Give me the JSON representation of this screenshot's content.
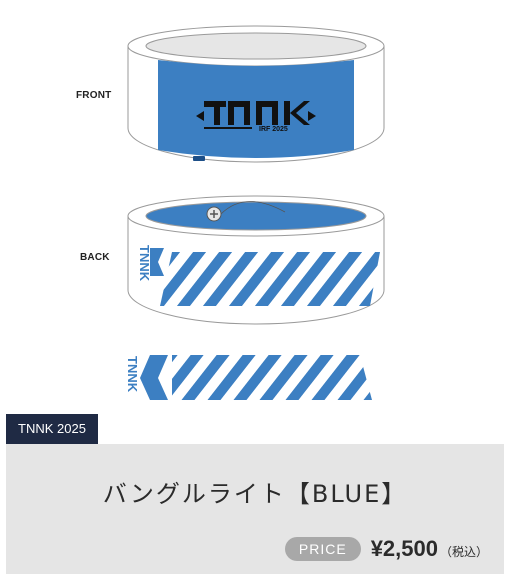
{
  "views": {
    "front_label": "FRONT",
    "back_label": "BACK"
  },
  "bangle": {
    "logo_text": "TNNK",
    "logo_sub": "IRF 2025",
    "side_text": "TNNK",
    "colors": {
      "band": "#3c7fc2",
      "rim": "#ffffff",
      "outline": "#9a9a9a",
      "inner": "#e6e6e6"
    }
  },
  "product": {
    "tag": "TNNK 2025",
    "name": "バングルライト【BLUE】",
    "price_label": "PRICE",
    "price_value": "¥2,500",
    "price_tax": "（税込）"
  }
}
